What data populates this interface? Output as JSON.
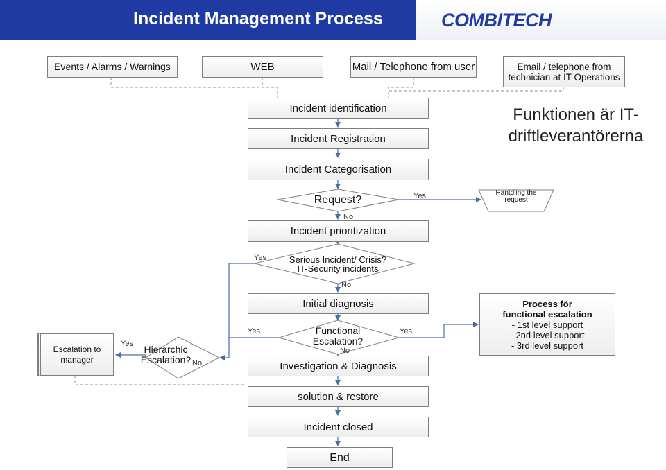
{
  "header": {
    "title": "Incident Management Process",
    "logo": "COMBITECH"
  },
  "inputs": {
    "events": "Events / Alarms / Warnings",
    "web": "WEB",
    "mail": "Mail / Telephone from user",
    "email": "Email / telephone from technician at IT Operations"
  },
  "steps": {
    "identification": "Incident identification",
    "registration": "Incident Registration",
    "categorisation": "Incident Categorisation",
    "prioritization": "Incident prioritization",
    "initial_diagnosis": "Initial diagnosis",
    "investigation": "Investigation & Diagnosis",
    "solution": "solution & restore",
    "closed": "Incident closed",
    "end": "End"
  },
  "decisions": {
    "request": "Request?",
    "serious_line1": "Serious Incident/ Crisis?",
    "serious_line2": "IT-Security incidents",
    "functional": "Functional Escalation?",
    "hierarchic": "Hierarchic Escalation?"
  },
  "handling": "Hantdling the request",
  "escalation_manager": "Escalation to manager",
  "function_note": "Funktionen är IT-driftleverantörerna",
  "process_box": {
    "title_line1": "Process för",
    "title_line2": "functional escalation",
    "items": [
      "- 1st level support",
      "- 2nd level support",
      "- 3rd level support"
    ]
  },
  "labels": {
    "yes": "Yes",
    "no": "No"
  },
  "colors": {
    "title_bar": "#1f3aa3",
    "connector": "#4a6fa5",
    "dashed": "#8c8c8c"
  }
}
